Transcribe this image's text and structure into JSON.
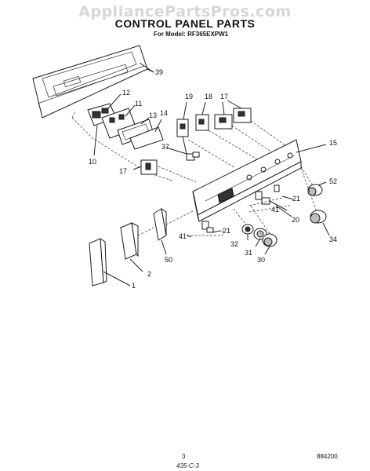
{
  "watermark": "AppliancePartsPros.com",
  "title": "CONTROL PANEL PARTS",
  "subtitle": "For Model: RF365EXPW1",
  "page_number": "3",
  "document_code": "884200",
  "handwritten_note": "435-C-3",
  "callouts": {
    "c39": "39",
    "c12": "12",
    "c11": "11",
    "c13": "13",
    "c14": "14",
    "c19": "19",
    "c18": "18",
    "c17a": "17",
    "c15": "15",
    "c37": "37",
    "c10": "10",
    "c17b": "17",
    "c52": "52",
    "c21a": "21",
    "c41a": "41",
    "c20": "20",
    "c34": "34",
    "c41b": "41",
    "c21b": "21",
    "c50": "50",
    "c32": "32",
    "c31": "31",
    "c30": "30",
    "c2": "2",
    "c1": "1"
  }
}
